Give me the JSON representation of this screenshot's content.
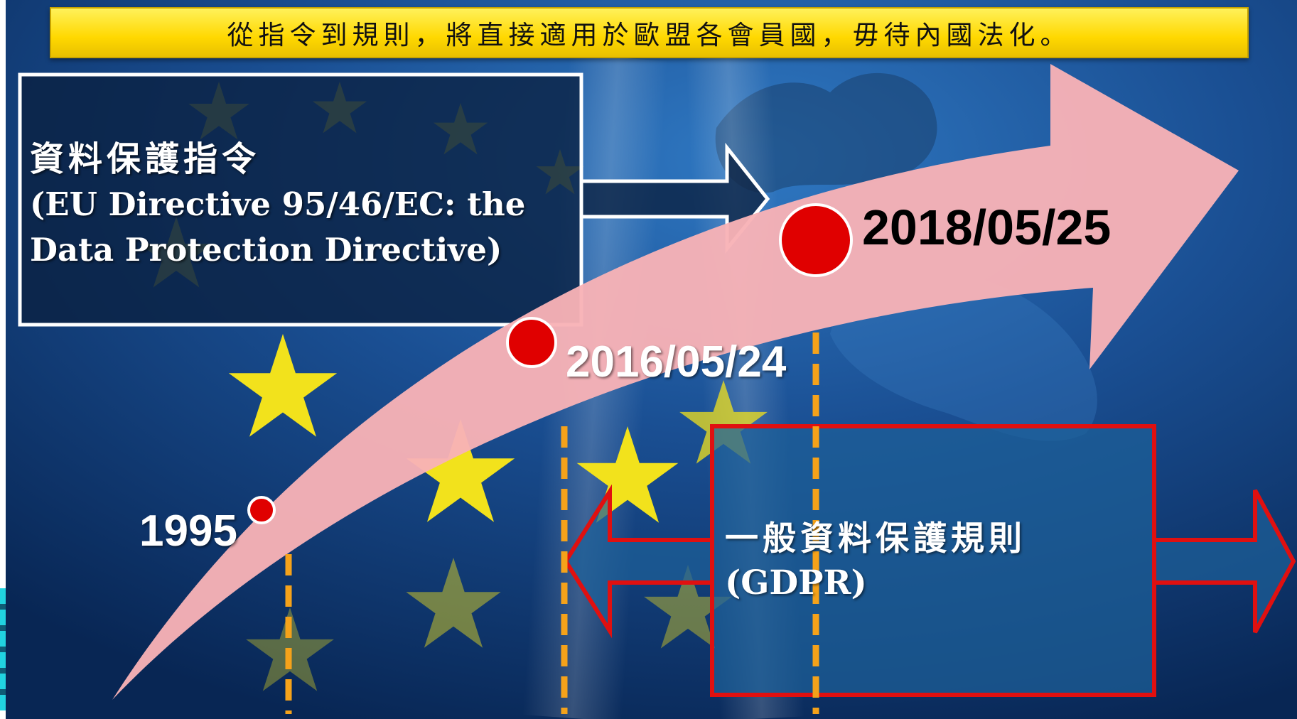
{
  "banner": {
    "text": "從指令到規則，將直接適用於歐盟各會員國，毋待內國法化。"
  },
  "directive": {
    "title_zh": "資料保護指令",
    "title_en_line1": "(EU Directive 95/46/EC: the",
    "title_en_line2": "Data Protection Directive)"
  },
  "gdpr": {
    "title_zh": "一般資料保護規則",
    "title_en": "(GDPR)"
  },
  "timeline": {
    "milestones": [
      {
        "label": "1995"
      },
      {
        "label": "2016/05/24"
      },
      {
        "label": "2018/05/25"
      }
    ]
  },
  "colors": {
    "background_dark": "#0a2b5e",
    "background_light": "#2a6fb8",
    "banner": "#ffe11a",
    "arrow": "#f7b0b4",
    "milestone_dot": "#e00000",
    "dashed_line": "#f5a21a",
    "gdpr_border": "#e01010",
    "directive_border": "#ffffff",
    "star": "#f2e21c"
  }
}
